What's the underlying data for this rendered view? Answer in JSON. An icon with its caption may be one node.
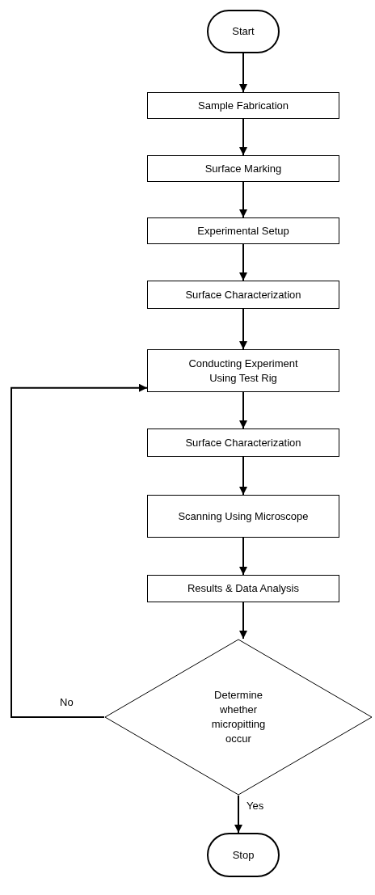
{
  "diagram": {
    "nodes": [
      {
        "text": [
          "Start"
        ]
      },
      {
        "text": [
          "Sample Fabrication"
        ]
      },
      {
        "text": [
          "Surface Marking"
        ]
      },
      {
        "text": [
          "Experimental Setup"
        ]
      },
      {
        "text": [
          "Surface Characterization"
        ]
      },
      {
        "text": [
          "Conducting Experiment Using Test Rig"
        ]
      },
      {
        "text": [
          "Surface Characterization"
        ]
      },
      {
        "text": [
          "Scanning Using Microscope"
        ]
      },
      {
        "text": [
          "Results & Data Analysis"
        ]
      },
      {
        "text": [
          "Determine whether micropitting occur"
        ]
      },
      {
        "text": [
          "Stop"
        ]
      }
    ],
    "edges": [
      {
        "from": 0,
        "to": 1,
        "arrow": "to"
      },
      {
        "from": 1,
        "to": 2,
        "arrow": "to"
      },
      {
        "from": 2,
        "to": 3,
        "arrow": "to"
      },
      {
        "from": 3,
        "to": 4,
        "arrow": "to"
      },
      {
        "from": 4,
        "to": 5,
        "arrow": "to"
      },
      {
        "from": 5,
        "to": 6,
        "arrow": "to"
      },
      {
        "from": 6,
        "to": 7,
        "arrow": "to"
      },
      {
        "from": 7,
        "to": 8,
        "arrow": "to"
      },
      {
        "from": 8,
        "to": 9,
        "arrow": "to"
      },
      {
        "from": 9,
        "to": 5,
        "arrow": "to",
        "label": "No"
      },
      {
        "from": 9,
        "to": 10,
        "arrow": "to",
        "label": "Yes"
      }
    ]
  }
}
